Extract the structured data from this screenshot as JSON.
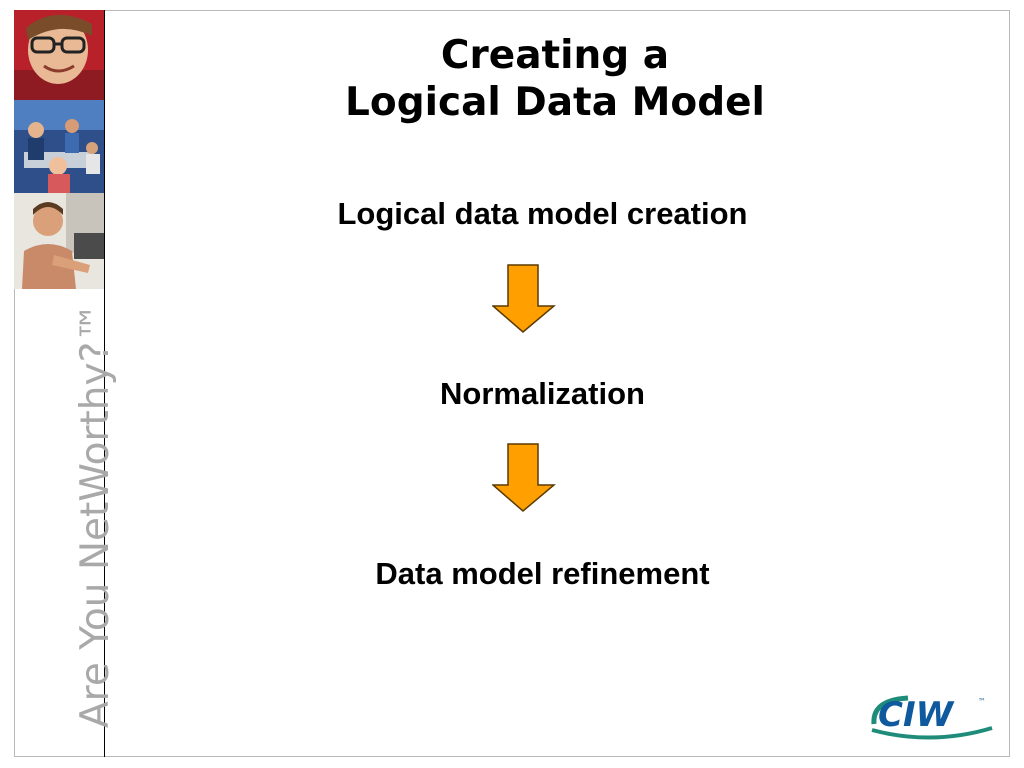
{
  "slide": {
    "title_line1": "Creating a",
    "title_line2": "Logical Data Model",
    "steps": [
      {
        "label": "Logical data model creation"
      },
      {
        "label": "Normalization"
      },
      {
        "label": "Data model refinement"
      }
    ]
  },
  "sidebar": {
    "tagline": "Are You NetWorthy?™",
    "photos": [
      "photo-man-with-glasses",
      "photo-classroom-group",
      "photo-student-at-desk"
    ]
  },
  "logo": {
    "text": "CIW",
    "trademark": "™"
  },
  "icons": {
    "arrow": "arrow-down-icon"
  },
  "colors": {
    "arrow_fill": "#ff9f00",
    "arrow_stroke": "#5a3a00",
    "logo_blue": "#0f5a9e",
    "logo_teal": "#1f8c7a",
    "tagline_gray": "#a9a9a9"
  }
}
